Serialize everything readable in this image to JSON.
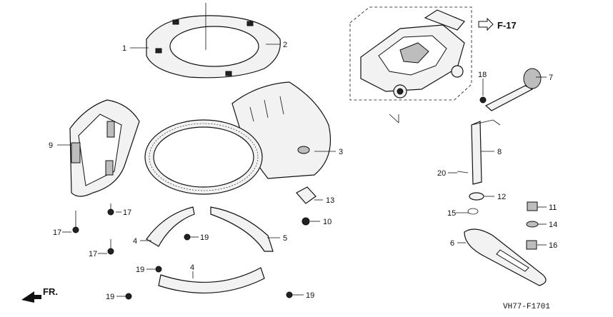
{
  "diagram": {
    "reference_link": "F-17",
    "front_label": "FR.",
    "figure_code": "VH77-F1701",
    "callouts": {
      "c1": "1",
      "c2": "2",
      "c3": "3",
      "c4a": "4",
      "c4b": "4",
      "c5": "5",
      "c6": "6",
      "c7": "7",
      "c8": "8",
      "c9": "9",
      "c10": "10",
      "c11": "11",
      "c12": "12",
      "c13": "13",
      "c14": "14",
      "c15": "15",
      "c16": "16",
      "c17a": "17",
      "c17b": "17",
      "c17c": "17",
      "c18": "18",
      "c19a": "19",
      "c19b": "19",
      "c19c": "19",
      "c19d": "19",
      "c20": "20"
    }
  }
}
